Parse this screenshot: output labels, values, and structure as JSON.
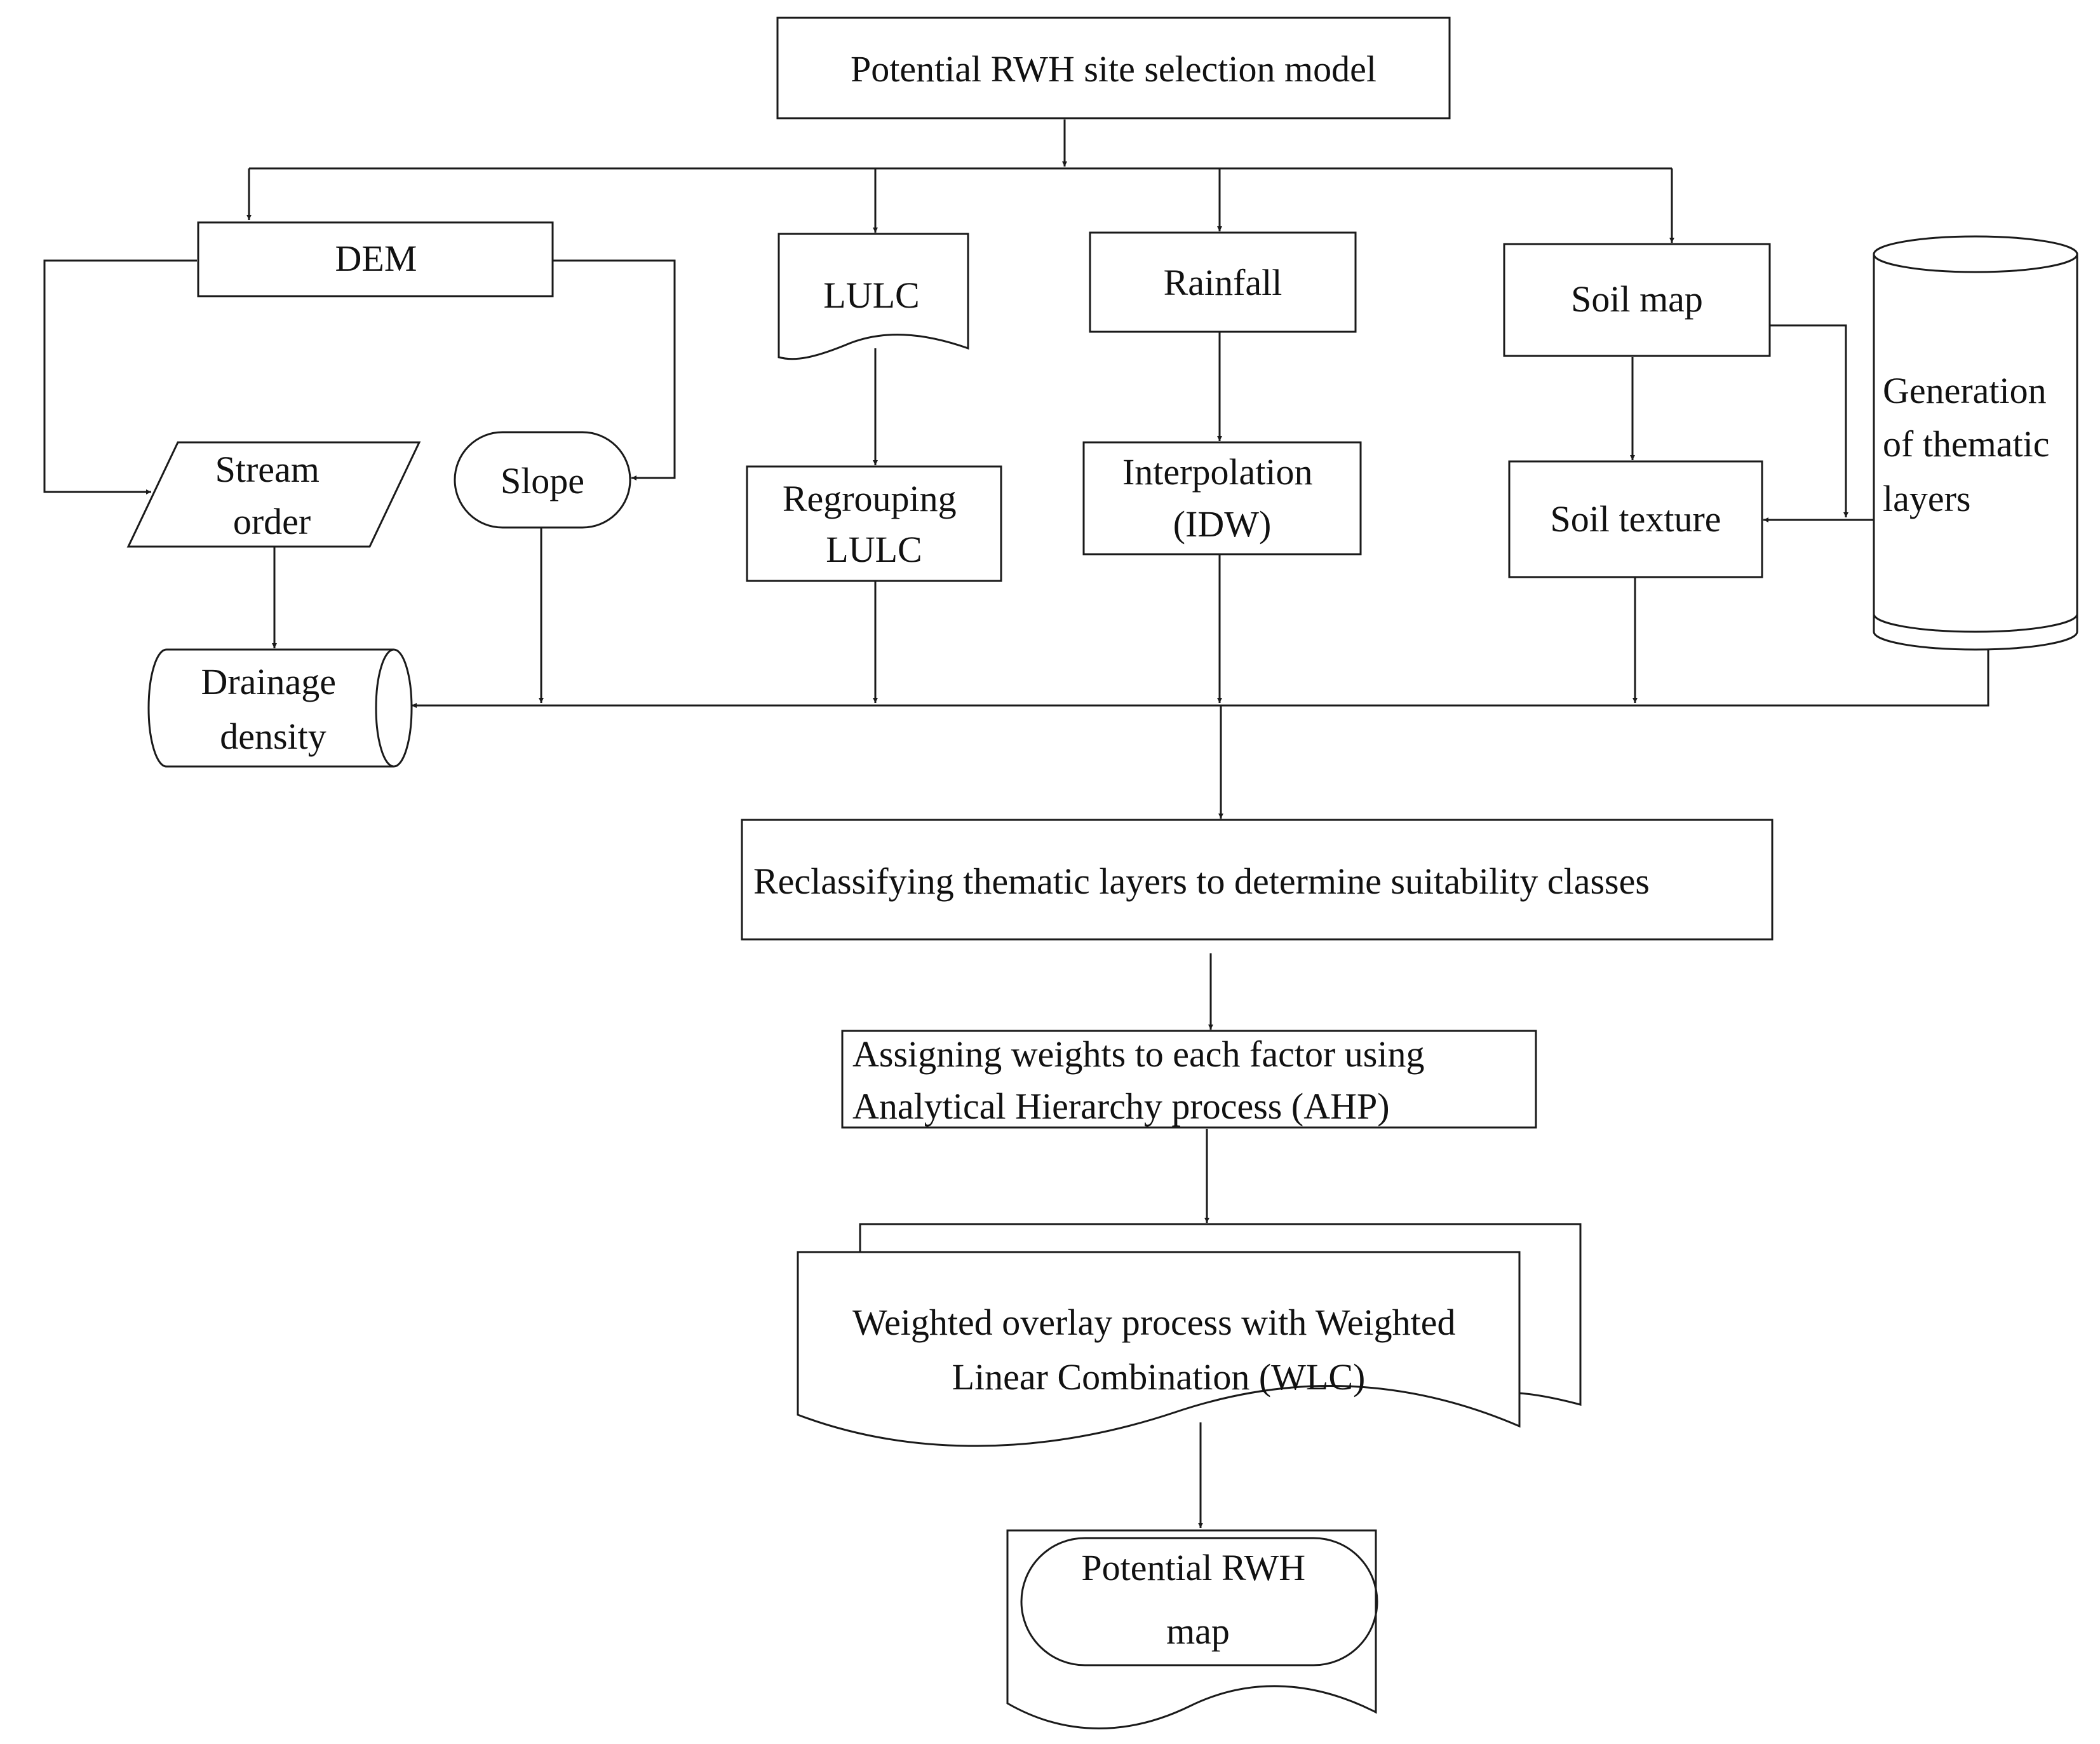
{
  "diagram": {
    "colors": {
      "stroke": "#1a1a1a",
      "fill": "#ffffff",
      "text": "#111111"
    },
    "nodes": {
      "title": {
        "lines": [
          "Potential RWH site selection model"
        ],
        "shape": "rectangle"
      },
      "dem": {
        "lines": [
          "DEM"
        ],
        "shape": "rectangle"
      },
      "lulc": {
        "lines": [
          "LULC"
        ],
        "shape": "document"
      },
      "rainfall": {
        "lines": [
          "Rainfall"
        ],
        "shape": "rectangle"
      },
      "soil_map": {
        "lines": [
          "Soil map"
        ],
        "shape": "rectangle"
      },
      "generation": {
        "lines": [
          "Generation",
          "of thematic",
          "layers"
        ],
        "shape": "cylinder"
      },
      "stream_order": {
        "lines": [
          "Stream",
          "order"
        ],
        "shape": "parallelogram"
      },
      "slope": {
        "lines": [
          "Slope"
        ],
        "shape": "rounded"
      },
      "regrouping": {
        "lines": [
          "Regrouping",
          "LULC"
        ],
        "shape": "rectangle"
      },
      "interpolation": {
        "lines": [
          "Interpolation",
          "(IDW)"
        ],
        "shape": "rectangle"
      },
      "soil_texture": {
        "lines": [
          "Soil texture"
        ],
        "shape": "rectangle"
      },
      "drainage": {
        "lines": [
          "Drainage",
          "density"
        ],
        "shape": "horizontal-cylinder"
      },
      "reclassify": {
        "lines": [
          "Reclassifying thematic layers to determine suitability classes"
        ],
        "shape": "rectangle"
      },
      "ahp": {
        "lines": [
          "Assigning weights to each factor using",
          "Analytical Hierarchy process (AHP)"
        ],
        "shape": "rectangle"
      },
      "overlay": {
        "lines": [
          "Weighted overlay process with Weighted",
          "Linear Combination (WLC)"
        ],
        "shape": "multi-document"
      },
      "potential_map": {
        "lines": [
          "Potential RWH",
          "map"
        ],
        "shape": "document-rounded"
      }
    }
  }
}
